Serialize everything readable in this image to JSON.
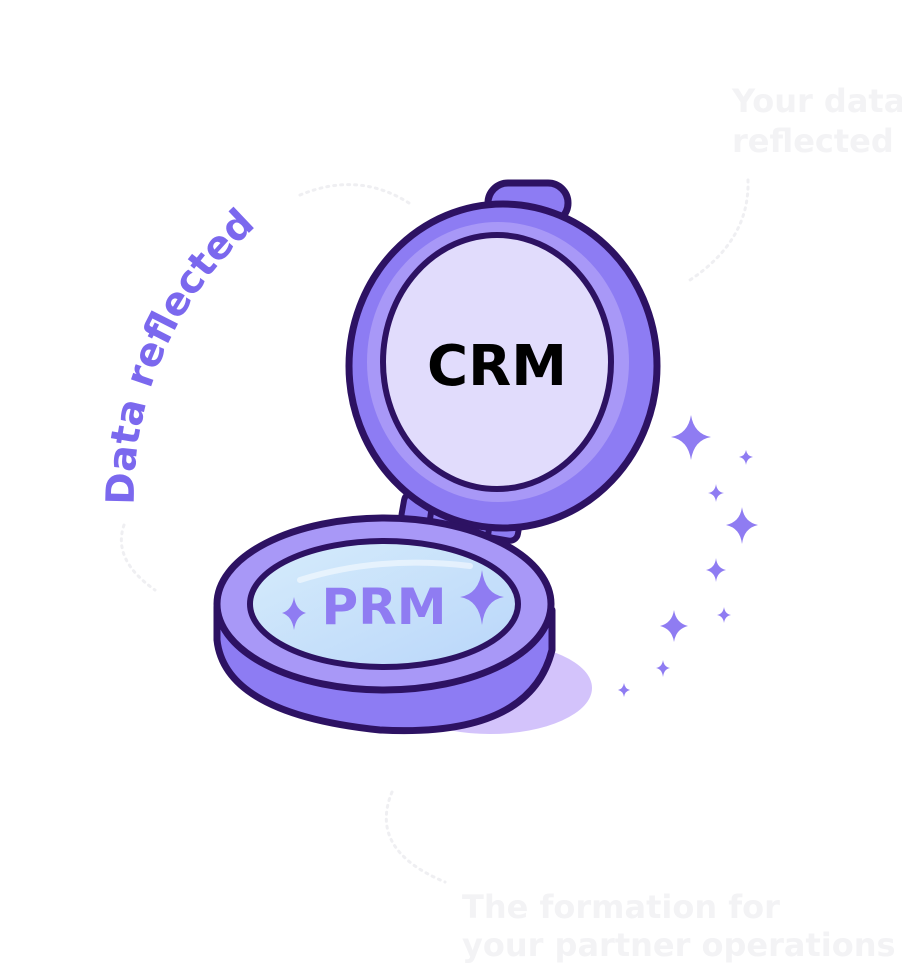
{
  "illustration": {
    "curved_caption": "Data reflected",
    "top_label": "CRM",
    "bottom_label": "PRM",
    "faint_note_top": [
      "Your data",
      "reflected"
    ],
    "faint_note_bottom": [
      "The formation for",
      "your partner operations"
    ],
    "colors": {
      "outline": "#2d1263",
      "case": "#8d7cf3",
      "case_light": "#a898f7",
      "mirror_glass": "#e1dcfc",
      "powder_glass": "#c8e0fb",
      "shadow": "#d3c3fb",
      "sparkle": "#8f7cf2",
      "caption": "#7b68ee",
      "ghost": "#f3f3f5"
    }
  }
}
